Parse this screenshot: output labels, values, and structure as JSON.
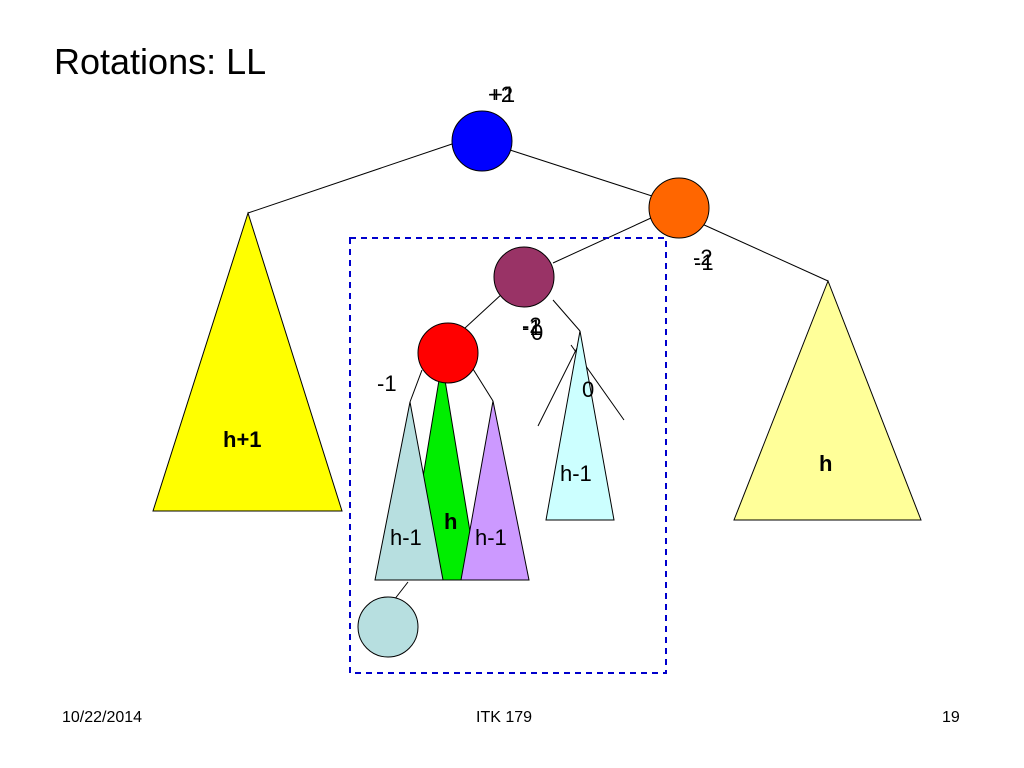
{
  "slide": {
    "title": "Rotations:  LL",
    "date": "10/22/2014",
    "course": "ITK 179",
    "page_number": "19"
  },
  "diagram": {
    "root_balance_labels": [
      "+2",
      "+1"
    ],
    "orange_balance_labels": [
      "-2",
      "-1"
    ],
    "purple_balance_labels": [
      "-2",
      "-1",
      "0"
    ],
    "red_balance_label": "-1",
    "cyan_subtree_balance_label": "0",
    "left_subtree_label": "h+1",
    "right_subtree_label": "h",
    "green_subtree_label": "h",
    "red_left_subtree_label": "h-1",
    "red_right_subtree_label": "h-1",
    "purple_right_subtree_label": "h-1",
    "colors": {
      "root": "#0000ff",
      "orange": "#ff6600",
      "purple": "#993366",
      "red": "#ff0000",
      "yellow": "#ffff00",
      "pale_yellow": "#ffff99",
      "green": "#00ee00",
      "lavender": "#cc99ff",
      "light_teal": "#b7dfe0",
      "light_cyan": "#ccffff",
      "dashed_box": "#0000cc"
    }
  }
}
